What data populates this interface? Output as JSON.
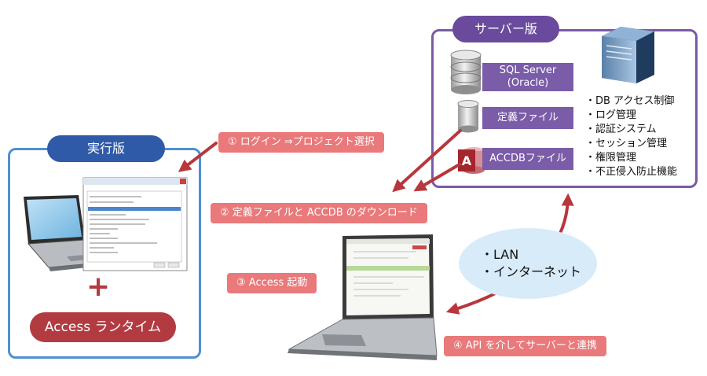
{
  "client": {
    "title": "実行版",
    "runtime_label": "Access ランタイム",
    "plus_sign": "+"
  },
  "server": {
    "title": "サーバー版",
    "sql_label_line1": "SQL Server",
    "sql_label_line2": "(Oracle)",
    "definition_label": "定義ファイル",
    "accdb_label": "ACCDBファイル",
    "features": [
      "・DB アクセス制御",
      "・ログ管理",
      "・認証システム",
      "・セッション管理",
      "・権限管理",
      "・不正侵入防止機能"
    ]
  },
  "steps": {
    "step1": "① ログイン ⇒プロジェクト選択",
    "step2": "② 定義ファイルと ACCDB のダウンロード",
    "step3": "③ Access 起動",
    "step4": "④ API を介してサーバーと連携"
  },
  "network": {
    "line1": "・LAN",
    "line2": "・インターネット"
  },
  "colors": {
    "client_border": "#4f8fd2",
    "client_title_bg": "#2f5aa8",
    "server_border": "#7b5aa6",
    "server_title_bg": "#6a4a9c",
    "step_bg": "#e9797a",
    "runtime_bg": "#b23b41",
    "arrow": "#b7373c"
  }
}
